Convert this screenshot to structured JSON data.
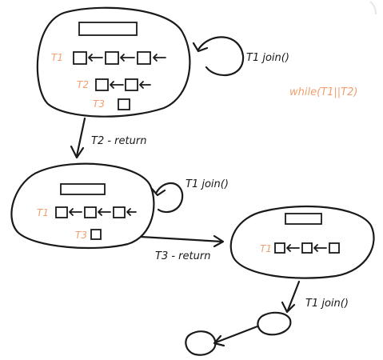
{
  "colors": {
    "ink": "#1a1a1a",
    "thread_label": "#f0a070",
    "background": "#ffffff"
  },
  "top_state": {
    "t1_label": "T1",
    "t2_label": "T2",
    "t3_label": "T3",
    "self_loop_label": "T1 join()",
    "side_note": "while(T1||T2)"
  },
  "edge_top_to_mid": {
    "label": "T2 - return"
  },
  "mid_state": {
    "t1_label": "T1",
    "t3_label": "T3",
    "self_loop_label": "T1 join()"
  },
  "edge_mid_to_right": {
    "label": "T3 - return"
  },
  "right_state": {
    "t1_label": "T1"
  },
  "edge_right_to_bottom": {
    "label": "T1 join()"
  }
}
